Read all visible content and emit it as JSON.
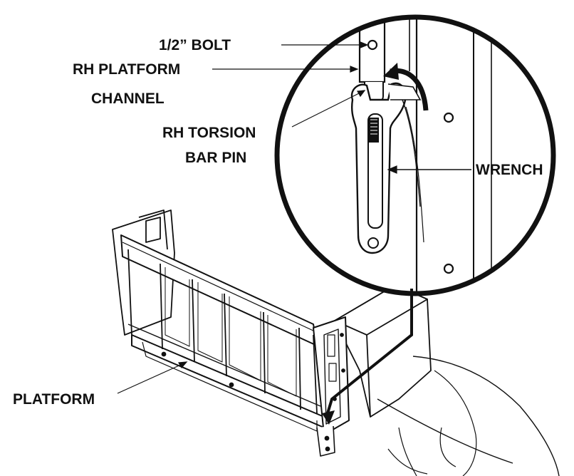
{
  "diagram": {
    "callouts": {
      "bolt": "1/2” BOLT",
      "platform_channel_line1": "RH PLATFORM",
      "platform_channel_line2": "CHANNEL",
      "torsion_pin_line1": "RH TORSION",
      "torsion_pin_line2": "BAR PIN",
      "wrench": "WRENCH",
      "platform": "PLATFORM"
    },
    "colors": {
      "ink": "#111111",
      "background": "#ffffff",
      "panel_shade": "#d9d9d9"
    }
  }
}
